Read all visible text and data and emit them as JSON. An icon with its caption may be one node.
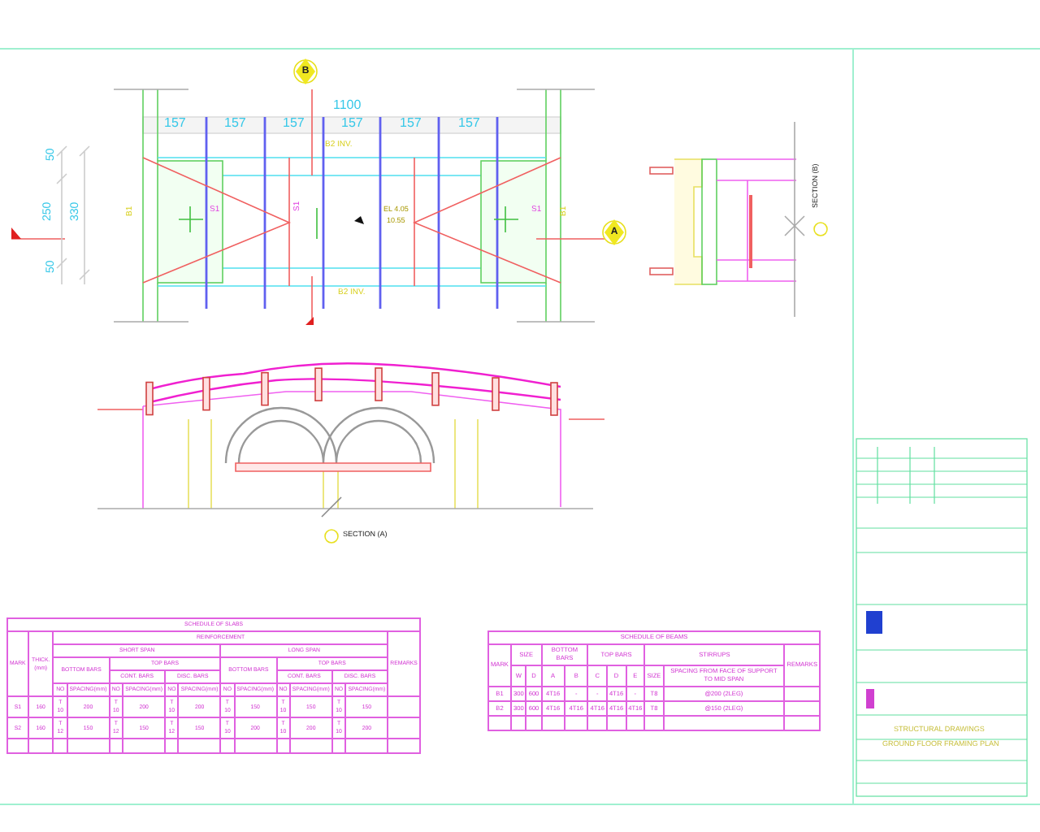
{
  "diagram": {
    "nodes": [
      {
        "text": [
          "B"
        ]
      },
      {
        "text": [
          "A"
        ]
      }
    ],
    "labels": [
      "1100",
      "157",
      "157",
      "157",
      "157",
      "157",
      "157",
      "50",
      "250",
      "50",
      "330",
      "B2 INV.",
      "B2 INV.",
      "B1",
      "B1",
      "S1",
      "S1",
      "EL 4.05",
      "10.55",
      "S1",
      "SECTION (A)",
      "SECTION (B)",
      "SCHEDULE OF SLABS",
      "MARK",
      "THICK. (mm)",
      "REINFORCEMENT",
      "REMARKS",
      "SHORT SPAN",
      "LONG SPAN",
      "BOTTOM BARS",
      "TOP BARS",
      "BOTTOM BARS",
      "TOP BARS",
      "CONT. BARS",
      "DISC. BARS",
      "CONT. BARS",
      "DISC. BARS",
      "NO",
      "SPACING(mm)",
      "NO",
      "SPACING(mm)",
      "NO",
      "SPACING(mm)",
      "NO",
      "SPACING(mm)",
      "NO",
      "SPACING(mm)",
      "NO",
      "SPACING(mm)",
      "S1",
      "160",
      "T 10",
      "200",
      "T 10",
      "200",
      "T 10",
      "200",
      "T 10",
      "150",
      "T 10",
      "150",
      "T 10",
      "150",
      "S2",
      "160",
      "T 12",
      "150",
      "T 12",
      "150",
      "T 12",
      "150",
      "T 10",
      "200",
      "T 10",
      "200",
      "T 10",
      "200",
      "SCHEDULE OF BEAMS",
      "MARK",
      "SIZE",
      "BOTTOM BARS",
      "TOP BARS",
      "STIRRUPS",
      "REMARKS",
      "W",
      "D",
      "A",
      "B",
      "C",
      "D",
      "E",
      "SIZE",
      "SPACING FROM FACE OF SUPPORT TO MID SPAN",
      "B1",
      "300",
      "600",
      "4T16",
      "-",
      "-",
      "4T16",
      "-",
      "T8",
      "@200 (2LEG)",
      "B2",
      "300",
      "600",
      "4T16",
      "4T16",
      "4T16",
      "4T16",
      "4T16",
      "T8",
      "@150 (2LEG)",
      "STRUCTURAL DRAWINGS",
      "GROUND FLOOR FRAMING PLAN"
    ]
  }
}
